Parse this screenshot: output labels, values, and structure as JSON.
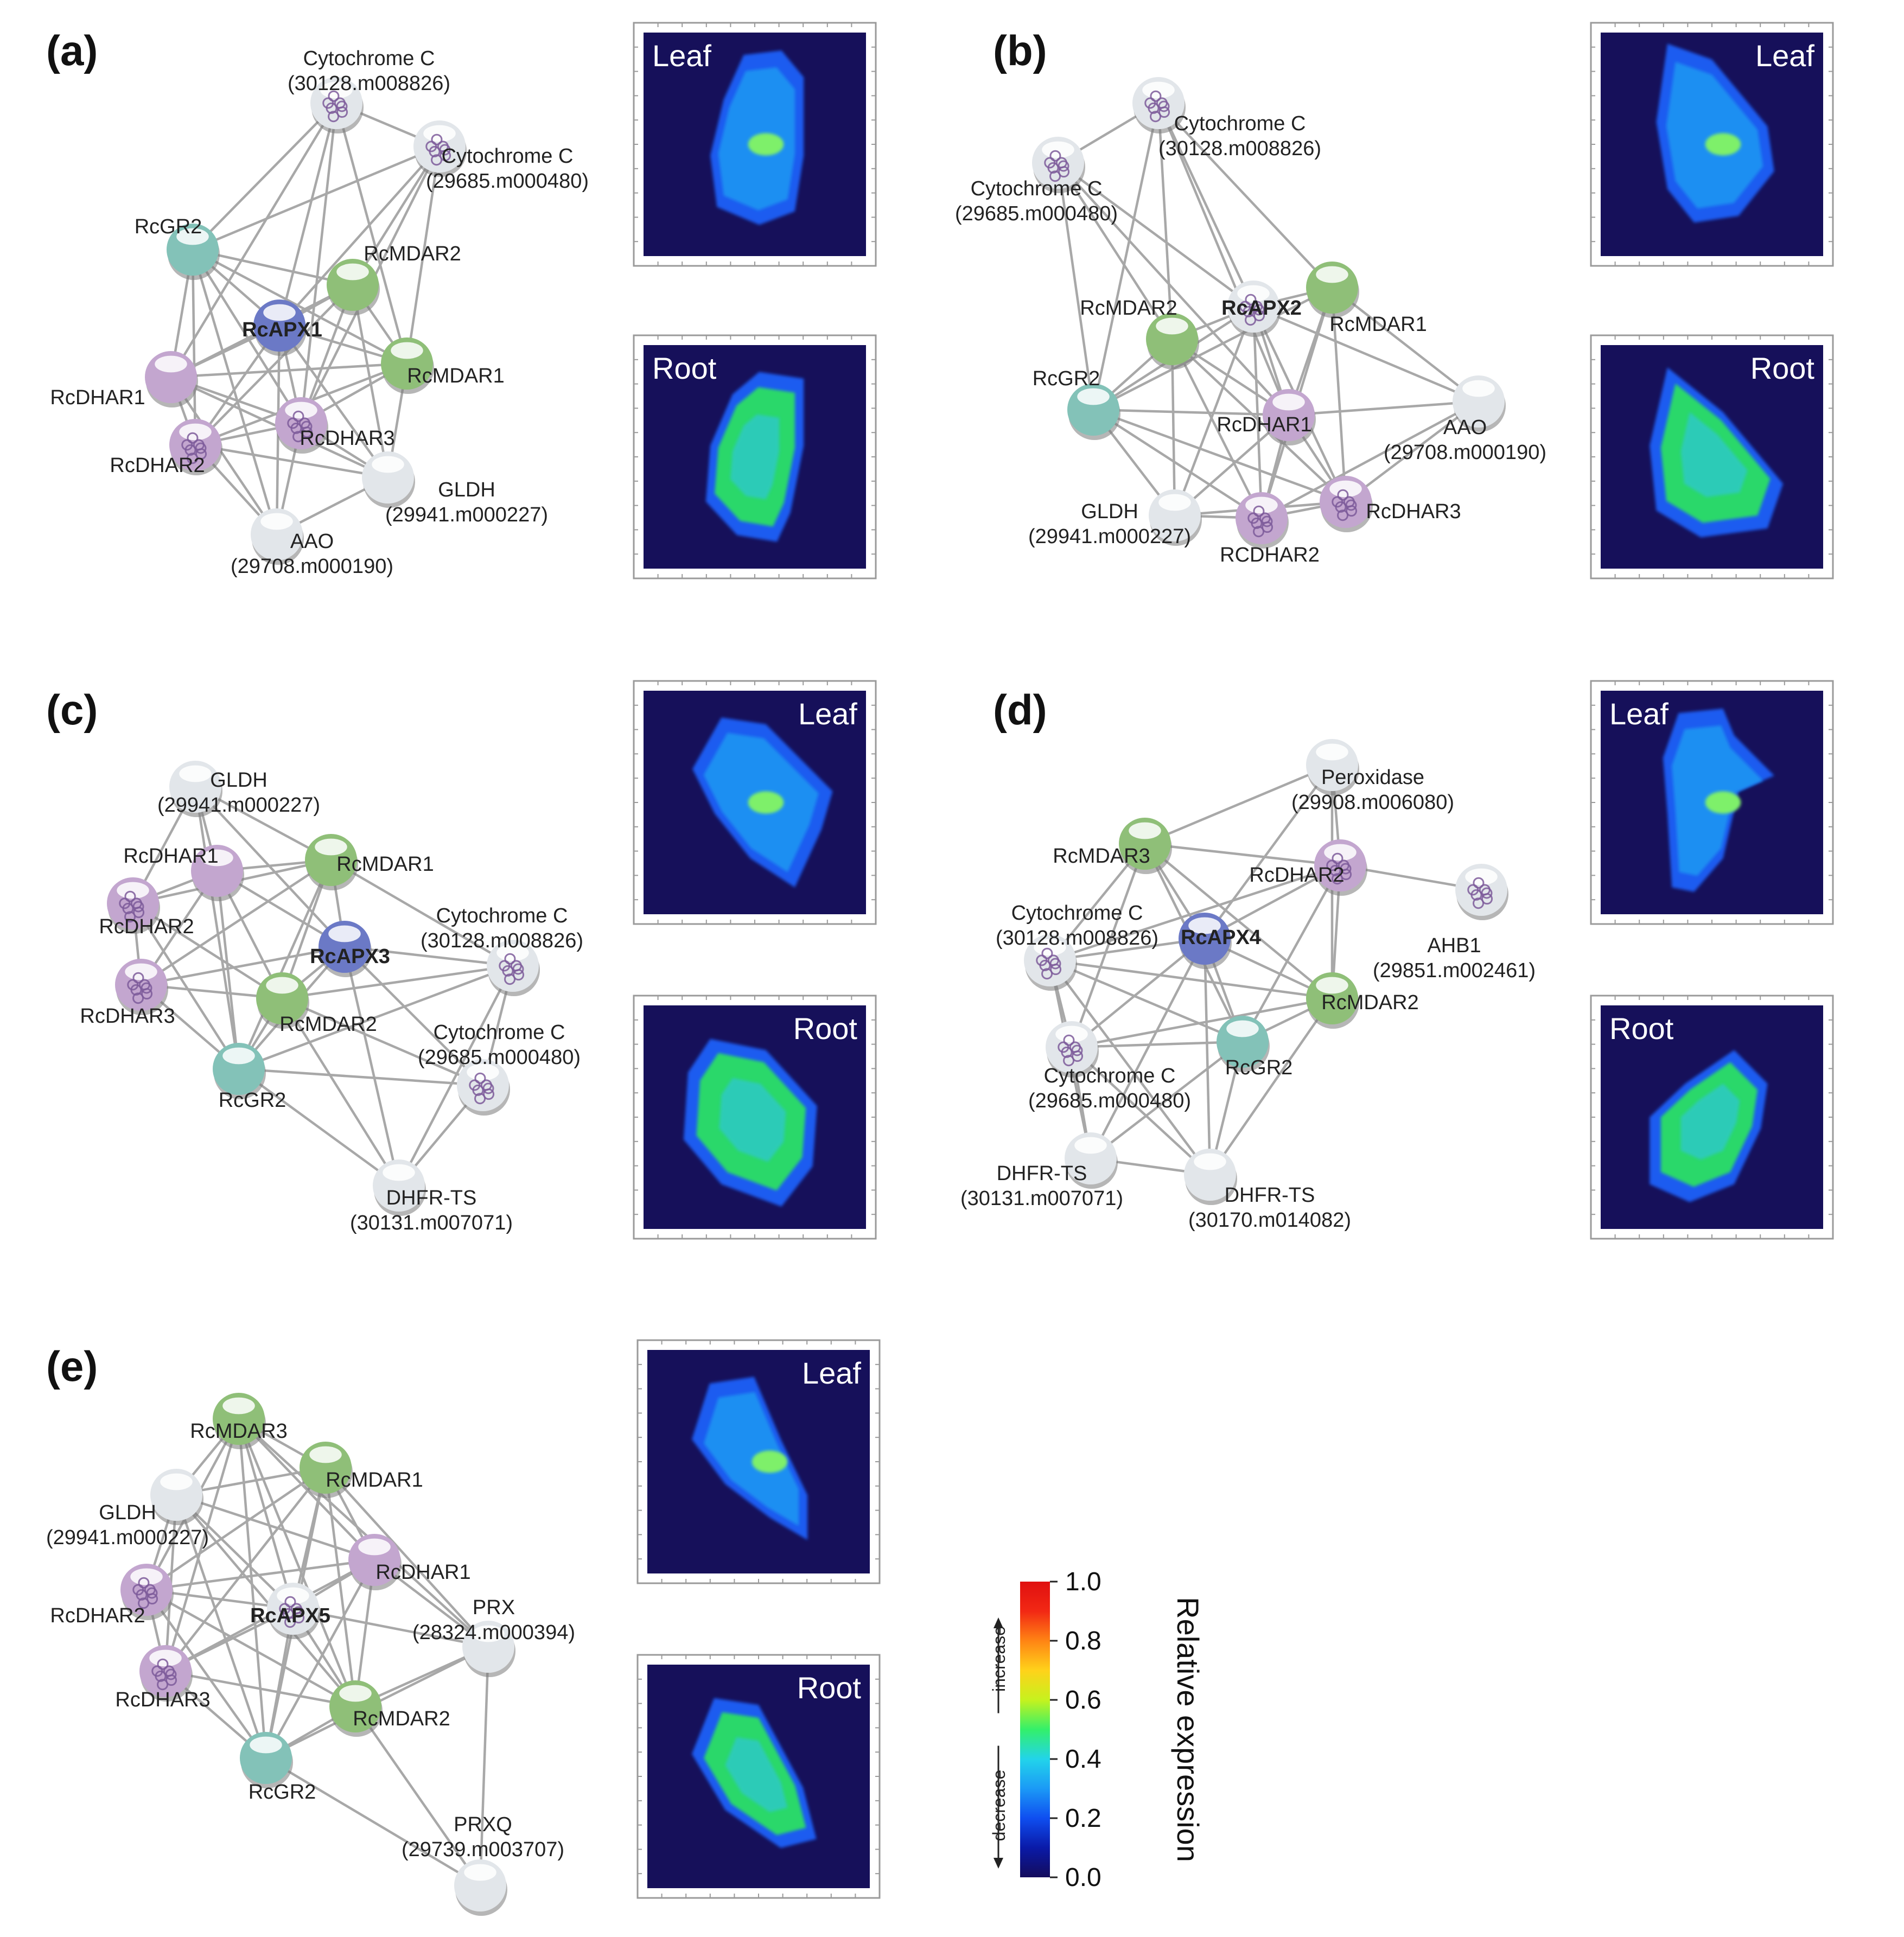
{
  "colors": {
    "edge": "#a8a8a8",
    "node_white": "#e2e6ea",
    "node_green": "#8fbf78",
    "node_purple": "#c3a6cf",
    "node_teal": "#83c2b8",
    "node_blue": "#6b79c6",
    "node_struct": "#c9bed6",
    "heat_bg": "#16105a",
    "frame": "#9a9a9a"
  },
  "panels": [
    {
      "id": "a",
      "letter": "(a)",
      "nodes": [
        {
          "id": "c1",
          "label": [
            "Cytochrome C",
            "(30128.m008826)"
          ],
          "color": "white",
          "struct": true
        },
        {
          "id": "c2",
          "label": [
            "Cytochrome C",
            "(29685.m000480)"
          ],
          "color": "white",
          "struct": true
        },
        {
          "id": "gr2",
          "label": [
            "RcGR2"
          ],
          "color": "teal"
        },
        {
          "id": "mdar2",
          "label": [
            "RcMDAR2"
          ],
          "color": "green"
        },
        {
          "id": "apx",
          "label": [
            "RcAPX1"
          ],
          "color": "blue",
          "bold": true
        },
        {
          "id": "mdar1",
          "label": [
            "RcMDAR1"
          ],
          "color": "green"
        },
        {
          "id": "dhar1",
          "label": [
            "RcDHAR1"
          ],
          "color": "purple"
        },
        {
          "id": "dhar3",
          "label": [
            "RcDHAR3"
          ],
          "color": "purple",
          "struct": true
        },
        {
          "id": "dhar2",
          "label": [
            "RcDHAR2"
          ],
          "color": "purple",
          "struct": true
        },
        {
          "id": "gldh",
          "label": [
            "GLDH",
            "(29941.m000227)"
          ],
          "color": "white"
        },
        {
          "id": "aao",
          "label": [
            "AAO",
            "(29708.m000190)"
          ],
          "color": "white"
        }
      ],
      "heatmaps": [
        {
          "tissue": "Leaf"
        },
        {
          "tissue": "Root"
        }
      ]
    },
    {
      "id": "b",
      "letter": "(b)",
      "nodes": [
        {
          "id": "c2",
          "label": [
            "Cytochrome C",
            "(29685.m000480)"
          ],
          "color": "white",
          "struct": true
        },
        {
          "id": "c1",
          "label": [
            "Cytochrome C",
            "(30128.m008826)"
          ],
          "color": "white",
          "struct": true
        },
        {
          "id": "mdar2",
          "label": [
            "RcMDAR2"
          ],
          "color": "green"
        },
        {
          "id": "apx",
          "label": [
            "RcAPX2"
          ],
          "color": "white",
          "bold": true,
          "struct": true
        },
        {
          "id": "mdar1",
          "label": [
            "RcMDAR1"
          ],
          "color": "green"
        },
        {
          "id": "gr2",
          "label": [
            "RcGR2"
          ],
          "color": "teal"
        },
        {
          "id": "dhar1",
          "label": [
            "RcDHAR1"
          ],
          "color": "purple"
        },
        {
          "id": "aao",
          "label": [
            "AAO",
            "(29708.m000190)"
          ],
          "color": "white"
        },
        {
          "id": "gldh",
          "label": [
            "GLDH",
            "(29941.m000227)"
          ],
          "color": "white"
        },
        {
          "id": "dhar2",
          "label": [
            "RCDHAR2"
          ],
          "color": "purple",
          "struct": true
        },
        {
          "id": "dhar3",
          "label": [
            "RcDHAR3"
          ],
          "color": "purple",
          "struct": true
        }
      ],
      "heatmaps": [
        {
          "tissue": "Leaf"
        },
        {
          "tissue": "Root"
        }
      ]
    },
    {
      "id": "c",
      "letter": "(c)",
      "nodes": [
        {
          "id": "gldh",
          "label": [
            "GLDH",
            "(29941.m000227)"
          ],
          "color": "white"
        },
        {
          "id": "dhar1",
          "label": [
            "RcDHAR1"
          ],
          "color": "purple"
        },
        {
          "id": "mdar1",
          "label": [
            "RcMDAR1"
          ],
          "color": "green"
        },
        {
          "id": "dhar2",
          "label": [
            "RcDHAR2"
          ],
          "color": "purple",
          "struct": true
        },
        {
          "id": "apx",
          "label": [
            "RcAPX3"
          ],
          "color": "blue",
          "bold": true
        },
        {
          "id": "c1",
          "label": [
            "Cytochrome C",
            "(30128.m008826)"
          ],
          "color": "white",
          "struct": true
        },
        {
          "id": "dhar3",
          "label": [
            "RcDHAR3"
          ],
          "color": "purple",
          "struct": true
        },
        {
          "id": "mdar2",
          "label": [
            "RcMDAR2"
          ],
          "color": "green"
        },
        {
          "id": "c2",
          "label": [
            "Cytochrome C",
            "(29685.m000480)"
          ],
          "color": "white",
          "struct": true
        },
        {
          "id": "gr2",
          "label": [
            "RcGR2"
          ],
          "color": "teal"
        },
        {
          "id": "dhfr",
          "label": [
            "DHFR-TS",
            "(30131.m007071)"
          ],
          "color": "white"
        }
      ],
      "heatmaps": [
        {
          "tissue": "Leaf"
        },
        {
          "tissue": "Root"
        }
      ]
    },
    {
      "id": "d",
      "letter": "(d)",
      "nodes": [
        {
          "id": "prx",
          "label": [
            "Peroxidase",
            "(29908.m006080)"
          ],
          "color": "white"
        },
        {
          "id": "mdar3",
          "label": [
            "RcMDAR3"
          ],
          "color": "green"
        },
        {
          "id": "dhar2",
          "label": [
            "RcDHAR2"
          ],
          "color": "purple",
          "struct": true
        },
        {
          "id": "ahb1",
          "label": [
            "AHB1",
            "(29851.m002461)"
          ],
          "color": "white",
          "struct": true
        },
        {
          "id": "c1",
          "label": [
            "Cytochrome C",
            "(30128.m008826)"
          ],
          "color": "white",
          "struct": true
        },
        {
          "id": "apx",
          "label": [
            "RcAPX4"
          ],
          "color": "blue",
          "bold": true
        },
        {
          "id": "mdar2",
          "label": [
            "RcMDAR2"
          ],
          "color": "green"
        },
        {
          "id": "gr2",
          "label": [
            "RcGR2"
          ],
          "color": "teal"
        },
        {
          "id": "c2",
          "label": [
            "Cytochrome C",
            "(29685.m000480)"
          ],
          "color": "white",
          "struct": true
        },
        {
          "id": "dhfr1",
          "label": [
            "DHFR-TS",
            "(30131.m007071)"
          ],
          "color": "white"
        },
        {
          "id": "dhfr2",
          "label": [
            "DHFR-TS",
            "(30170.m014082)"
          ],
          "color": "white"
        }
      ],
      "heatmaps": [
        {
          "tissue": "Leaf"
        },
        {
          "tissue": "Root"
        }
      ]
    },
    {
      "id": "e",
      "letter": "(e)",
      "nodes": [
        {
          "id": "mdar3",
          "label": [
            "RcMDAR3"
          ],
          "color": "green"
        },
        {
          "id": "mdar1",
          "label": [
            "RcMDAR1"
          ],
          "color": "green"
        },
        {
          "id": "gldh",
          "label": [
            "GLDH",
            "(29941.m000227)"
          ],
          "color": "white"
        },
        {
          "id": "dhar1",
          "label": [
            "RcDHAR1"
          ],
          "color": "purple"
        },
        {
          "id": "dhar2",
          "label": [
            "RcDHAR2"
          ],
          "color": "purple",
          "struct": true
        },
        {
          "id": "apx",
          "label": [
            "RcAPX5"
          ],
          "color": "white",
          "bold": true,
          "struct": true
        },
        {
          "id": "prx",
          "label": [
            "PRX",
            "(28324.m000394)"
          ],
          "color": "white"
        },
        {
          "id": "dhar3",
          "label": [
            "RcDHAR3"
          ],
          "color": "purple",
          "struct": true
        },
        {
          "id": "mdar2",
          "label": [
            "RcMDAR2"
          ],
          "color": "green"
        },
        {
          "id": "gr2",
          "label": [
            "RcGR2"
          ],
          "color": "teal"
        },
        {
          "id": "prxq",
          "label": [
            "PRXQ",
            "(29739.m003707)"
          ],
          "color": "white"
        }
      ],
      "heatmaps": [
        {
          "tissue": "Leaf"
        },
        {
          "tissue": "Root"
        }
      ]
    }
  ],
  "colorbar": {
    "title": "Relative expression",
    "ticks": [
      "1.0",
      "0.8",
      "0.6",
      "0.4",
      "0.2",
      "0.0"
    ],
    "increase_label": "increase",
    "decrease_label": "decrease",
    "stops": [
      "#140c5c",
      "#0a1aa8",
      "#0f4ef0",
      "#1b9af6",
      "#22d4ea",
      "#33f06a",
      "#c6f21e",
      "#ffd21a",
      "#ff8414",
      "#f22814",
      "#e01010"
    ]
  }
}
